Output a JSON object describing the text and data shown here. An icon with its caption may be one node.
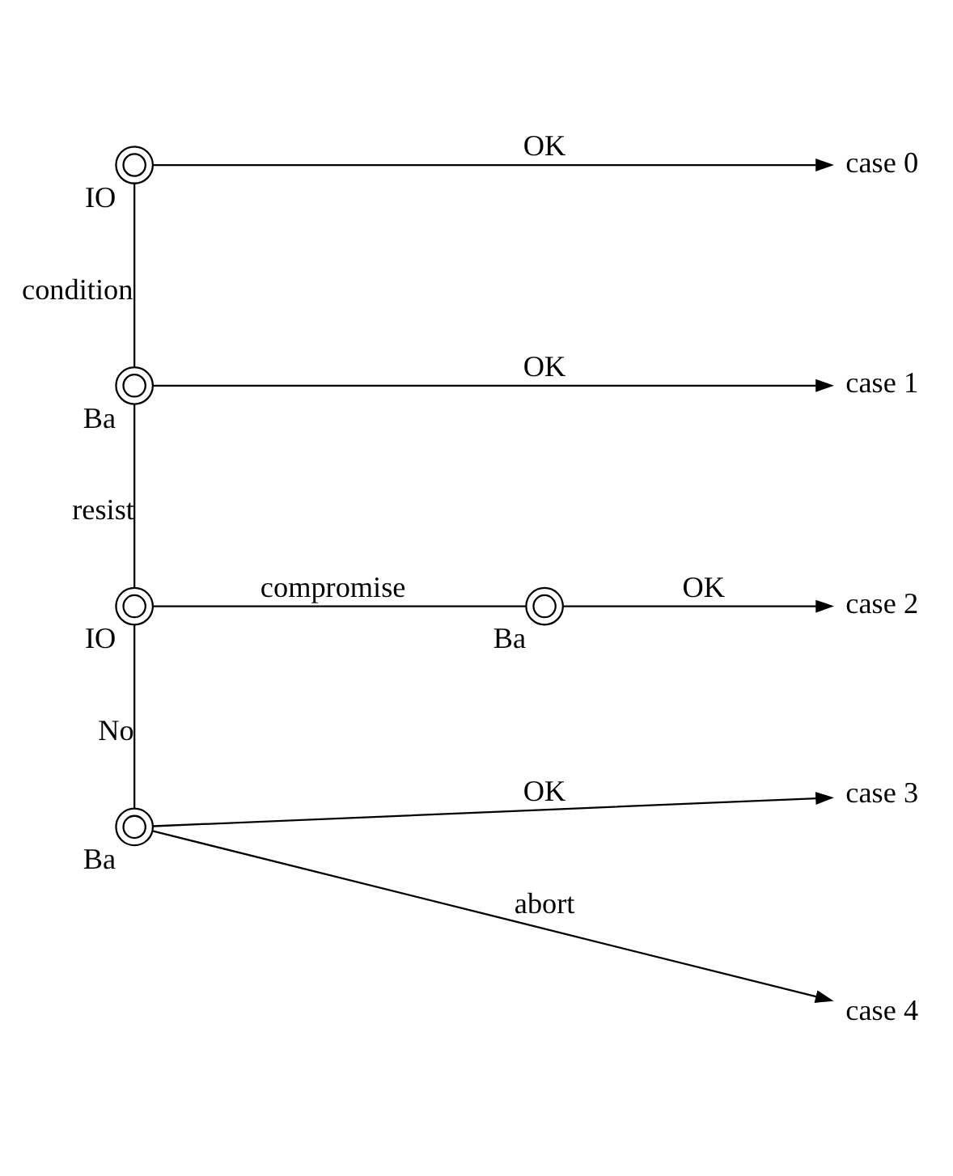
{
  "diagram": {
    "nodes": [
      {
        "text": [],
        "shape": "circle",
        "beside": [
          "IO"
        ]
      },
      {
        "text": [
          "case 0"
        ]
      },
      {
        "text": [],
        "shape": "circle",
        "beside": [
          "Ba"
        ]
      },
      {
        "text": [
          "case 1"
        ]
      },
      {
        "text": [],
        "shape": "circle",
        "beside": [
          "IO"
        ]
      },
      {
        "text": [],
        "shape": "circle",
        "beside": [
          "Ba"
        ]
      },
      {
        "text": [
          "case 2"
        ]
      },
      {
        "text": [],
        "shape": "circle",
        "beside": [
          "Ba"
        ]
      },
      {
        "text": [
          "case 3"
        ]
      },
      {
        "text": [
          "case 4"
        ]
      }
    ],
    "edges": [
      {
        "from": 0,
        "to": 1,
        "arrow": "to",
        "label": "OK"
      },
      {
        "from": 0,
        "to": 2,
        "arrow": "none",
        "label": "condition"
      },
      {
        "from": 2,
        "to": 3,
        "arrow": "to",
        "label": "OK"
      },
      {
        "from": 2,
        "to": 4,
        "arrow": "none",
        "label": "resist"
      },
      {
        "from": 4,
        "to": 5,
        "arrow": "none",
        "label": "compromise"
      },
      {
        "from": 5,
        "to": 6,
        "arrow": "to",
        "label": "OK"
      },
      {
        "from": 4,
        "to": 7,
        "arrow": "none",
        "label": "No"
      },
      {
        "from": 7,
        "to": 8,
        "arrow": "to",
        "label": "OK"
      },
      {
        "from": 7,
        "to": 9,
        "arrow": "to",
        "label": "abort"
      }
    ]
  }
}
